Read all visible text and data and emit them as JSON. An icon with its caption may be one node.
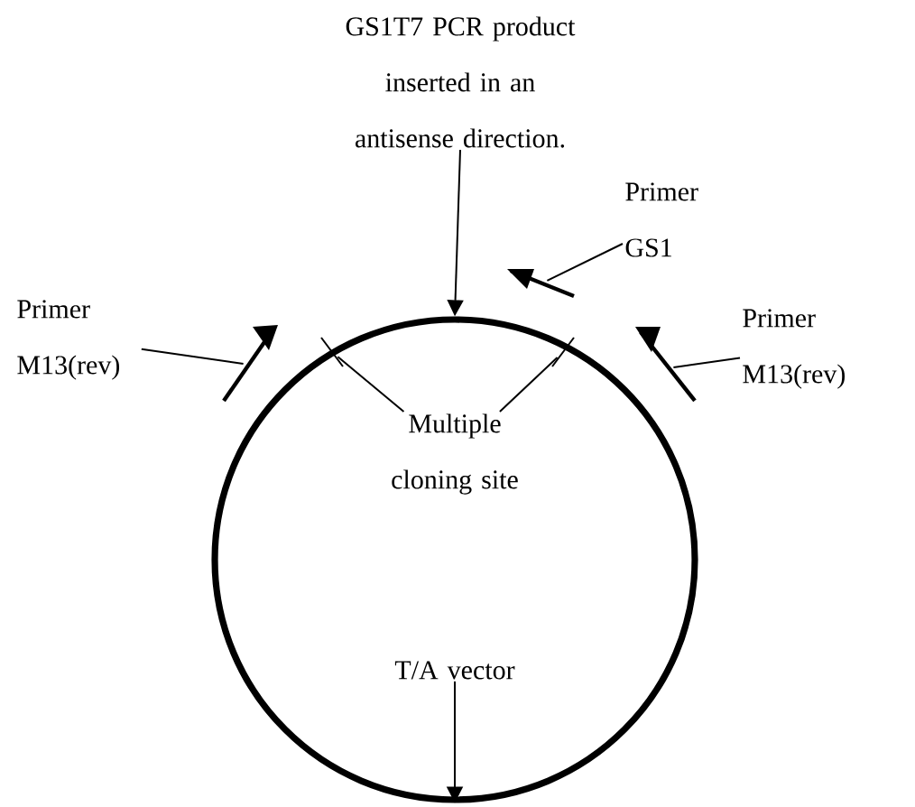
{
  "diagram": {
    "nodes": [
      {
        "text": [],
        "shape": "circle"
      },
      {
        "text": [
          "GS1T7 PCR product inserted in an antisense direction."
        ]
      },
      {
        "text": [
          "Primer GS1"
        ]
      },
      {
        "text": [],
        "shape": "bar"
      },
      {
        "text": [
          "Primer M13(rev)"
        ]
      },
      {
        "text": [],
        "shape": "bar"
      },
      {
        "text": [
          "Primer M13(rev)"
        ]
      },
      {
        "text": [],
        "shape": "bar"
      },
      {
        "text": [
          "Multiple cloning site"
        ],
        "in": 0
      },
      {
        "text": [],
        "shape": "bar",
        "in": 0
      },
      {
        "text": [],
        "shape": "bar",
        "in": 0
      },
      {
        "text": [
          "T/A vector"
        ],
        "in": 0
      }
    ],
    "edges": [
      {
        "from": 1,
        "to": 0,
        "arrow": "to"
      },
      {
        "from": 2,
        "to": 3,
        "arrow": "none"
      },
      {
        "from": 4,
        "to": 5,
        "arrow": "none"
      },
      {
        "from": 6,
        "to": 7,
        "arrow": "none"
      },
      {
        "from": 8,
        "to": 9,
        "arrow": "none"
      },
      {
        "from": 8,
        "to": 10,
        "arrow": "none"
      },
      {
        "from": 11,
        "to": 0,
        "arrow": "to"
      }
    ]
  }
}
